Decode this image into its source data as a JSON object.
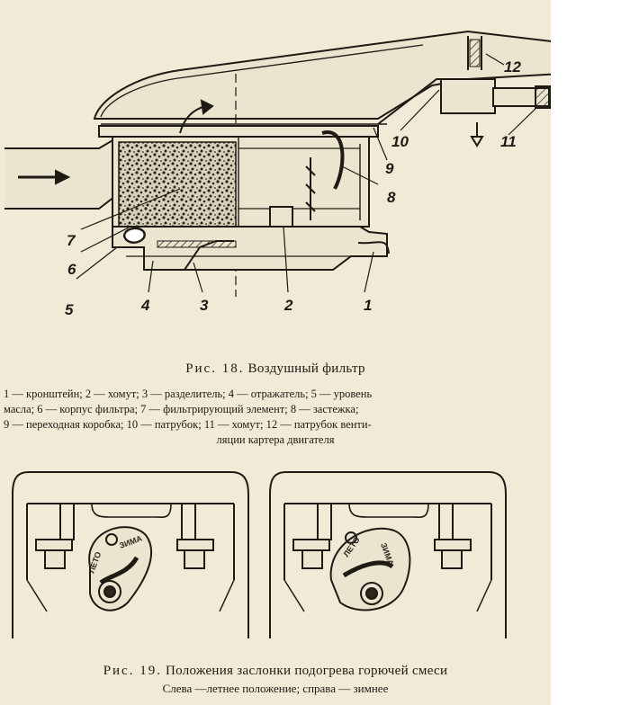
{
  "figure18": {
    "callouts": [
      "1",
      "2",
      "3",
      "4",
      "5",
      "6",
      "7",
      "8",
      "9",
      "10",
      "11",
      "12"
    ],
    "caption": {
      "prefix": "Рис. 18.",
      "title": "Воздушный фильтр"
    },
    "legend_lines": [
      "1 — кронштейн; 2 — хомут; 3 — разделитель; 4 — отражатель; 5 — уровень",
      "масла; 6 — корпус фильтра; 7 — фильтрирующий элемент; 8 — застежка;",
      "9 — переходная коробка; 10 — патрубок; 11 — хомут; 12 — патрубок венти-",
      "ляции картера двигателя"
    ]
  },
  "figure19": {
    "left_labels": {
      "winter": "ЗИМА",
      "summer": "ЛЕТО"
    },
    "right_labels": {
      "winter": "ЗИМА",
      "summer": "ЛЕТО"
    },
    "caption": {
      "prefix": "Рис. 19.",
      "title": "Положения заслонки подогрева горючей смеси"
    },
    "subcaption": "Слева —летнее положение; справа — зимнее"
  }
}
